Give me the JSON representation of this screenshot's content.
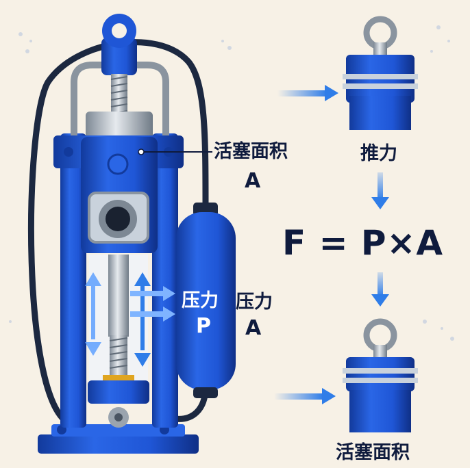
{
  "labels": {
    "piston_area_cn": "活塞面积",
    "piston_area_sym": "A",
    "pressure_cn_inner": "压力",
    "pressure_sym_inner": "P",
    "pressure_cn_outer": "压力",
    "pressure_sym_outer": "A",
    "thrust_cn": "推力",
    "formula": "F = P×A",
    "bottom_area_cn": "活塞面积"
  },
  "colors": {
    "background": "#f7f1e6",
    "body_blue": "#1f56d6",
    "dark_blue": "#123a9c",
    "light_blue": "#5b8ff0",
    "steel": "#aab3bd",
    "arrow_blue": "#2f7de8",
    "text": "#0f1b3d",
    "hose": "#1c2840"
  }
}
